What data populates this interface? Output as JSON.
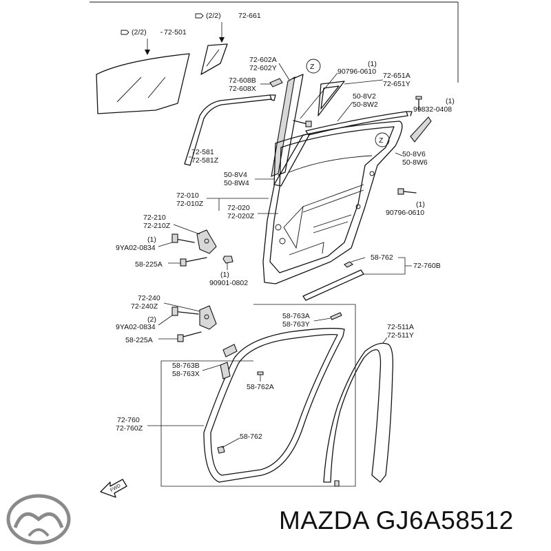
{
  "ref_labels": {
    "ref1": "(2/2)",
    "ref1_num": "72-501",
    "ref2": "(2/2)",
    "ref2_num": "72-661"
  },
  "part_labels": {
    "p72_602A": "72-602A",
    "p72_602Y": "72-602Y",
    "p90796_1_qty": "(1)",
    "p90796_1": "90796-0610",
    "p72_651A": "72-651A",
    "p72_651Y": "72-651Y",
    "p72_608B": "72-608B",
    "p72_608X": "72-608X",
    "p50_8V2": "50-8V2",
    "p50_8W2": "50-8W2",
    "p99832_qty": "(1)",
    "p99832": "99832-0408",
    "p72_581": "72-581",
    "p72_581Z": "72-581Z",
    "p50_8V6": "50-8V6",
    "p50_8W6": "50-8W6",
    "p50_8V4": "50-8V4",
    "p50_8W4": "50-8W4",
    "p72_010": "72-010",
    "p72_010Z": "72-010Z",
    "p72_020": "72-020",
    "p72_020Z": "72-020Z",
    "p90796_2_qty": "(1)",
    "p90796_2": "90796-0610",
    "p72_210": "72-210",
    "p72_210Z": "72-210Z",
    "p9YA02_1_qty": "(1)",
    "p9YA02_1": "9YA02-0834",
    "p58_225A_1": "58-225A",
    "p90901_qty": "(1)",
    "p90901": "90901-0802",
    "p58_762_1": "58-762",
    "p72_760B": "72-760B",
    "p72_240": "72-240",
    "p72_240Z": "72-240Z",
    "p9YA02_2_qty": "(2)",
    "p9YA02_2": "9YA02-0834",
    "p58_225A_2": "58-225A",
    "p58_763A": "58-763A",
    "p58_763Y": "58-763Y",
    "p72_511A": "72-511A",
    "p72_511Y": "72-511Y",
    "p58_763B": "58-763B",
    "p58_763X": "58-763X",
    "p58_762A": "58-762A",
    "p72_760": "72-760",
    "p72_760Z": "72-760Z",
    "p58_762_2": "58-762"
  },
  "callouts": {
    "z1": "Z",
    "z2": "Z"
  },
  "fwd_label": "FWD",
  "brand": {
    "text": "MAZDA GJ6A58512",
    "logo_icon": "mazda-logo-icon"
  }
}
